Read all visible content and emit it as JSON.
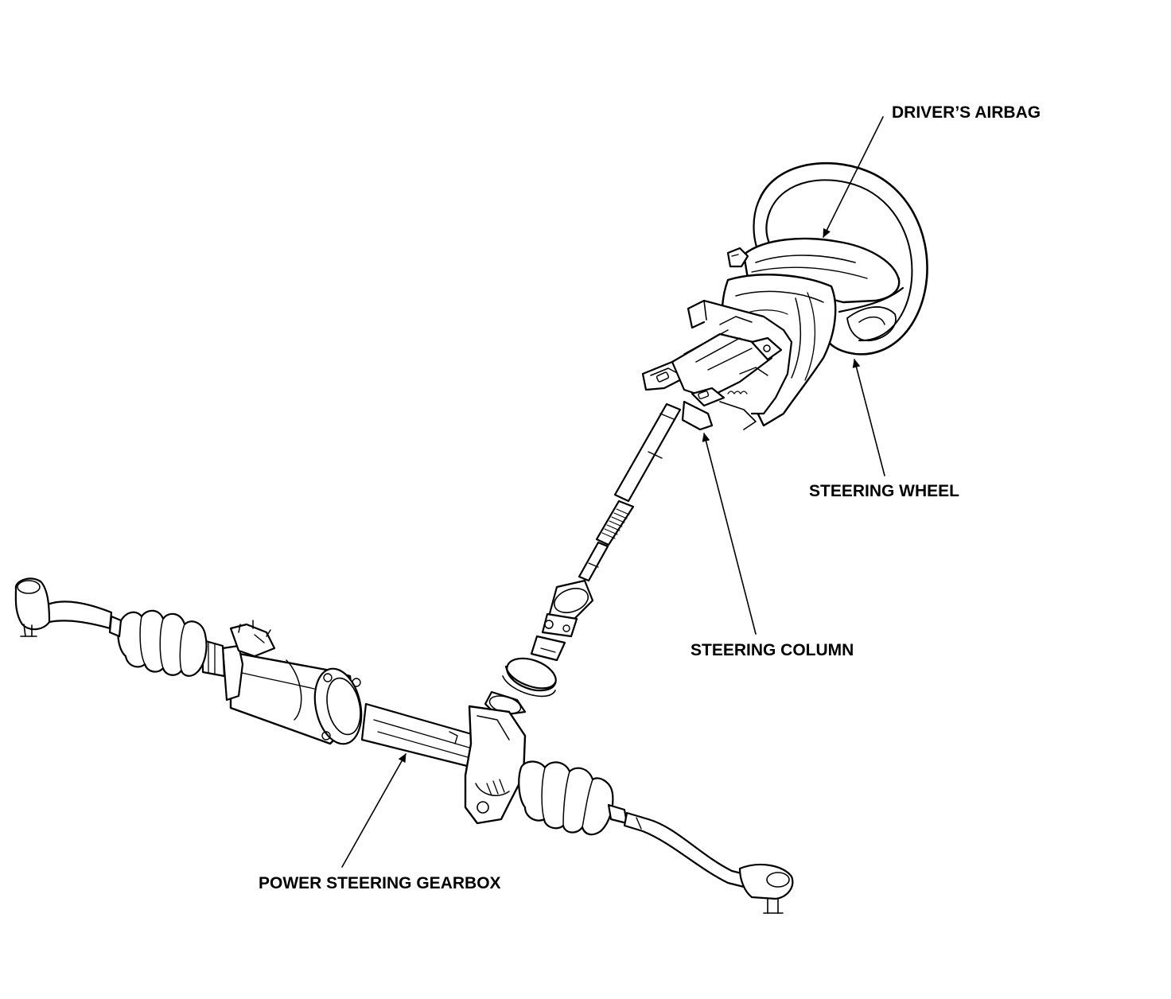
{
  "labels": {
    "drivers_airbag": "DRIVER’S AIRBAG",
    "steering_wheel": "STEERING WHEEL",
    "steering_column": "STEERING COLUMN",
    "power_steering_gearbox": "POWER STEERING GEARBOX"
  },
  "colors": {
    "ink": "#000000",
    "background": "#ffffff",
    "shade": "#e8e8e8"
  }
}
